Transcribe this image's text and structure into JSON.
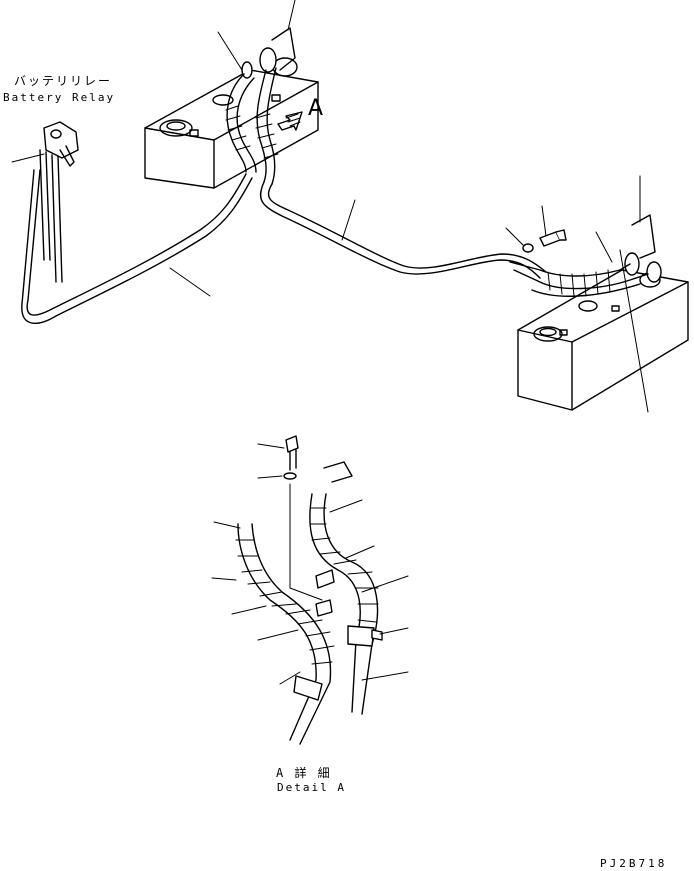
{
  "labels": {
    "battery_relay_jp": "バッテリリレー",
    "battery_relay_en": "Battery Relay",
    "view_marker": "A",
    "detail_jp": "A  詳 細",
    "detail_en": "Detail A",
    "drawing_code": "PJ2B718"
  }
}
